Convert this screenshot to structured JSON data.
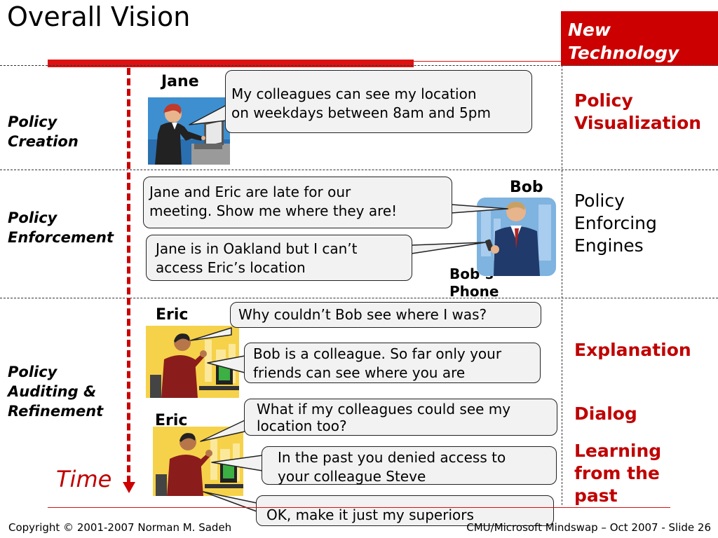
{
  "title": "Overall Vision",
  "new_technology": "New\nTechnology",
  "rows": {
    "creation": "Policy\nCreation",
    "enforcement": "Policy\nEnforcement",
    "auditing": "Policy\nAuditing &\nRefinement"
  },
  "right_labels": {
    "visualization": "Policy\nVisualization",
    "engines": "Policy\nEnforcing\nEngines",
    "explanation": "Explanation",
    "dialog": "Dialog",
    "learning": "Learning\nfrom the\npast"
  },
  "people": {
    "jane": "Jane",
    "bob": "Bob",
    "bobs_phone": "Bob’s\nPhone",
    "eric1": "Eric",
    "eric2": "Eric"
  },
  "bubbles": {
    "jane_policy": "My colleagues can see my location\non weekdays between 8am and 5pm",
    "bob_request": "Jane and Eric are late for our\nmeeting.  Show me where they are!",
    "phone_reply": "Jane is in Oakland but I can’t\naccess Eric’s location",
    "eric_question": "Why couldn’t Bob see where I was?",
    "explanation": "Bob is a colleague. So far only your\nfriends can see where you are",
    "eric_whatif": "What if my colleagues could  see my\nlocation too?",
    "past": "In the past you denied access to\nyour colleague Steve",
    "eric_ok": "OK, make it just my superiors"
  },
  "time_label": "Time",
  "footer": {
    "copyright": "Copyright © 2001-2007 Norman M. Sadeh",
    "slide": "CMU/Microsoft Mindswap – Oct  2007 - Slide 26"
  }
}
